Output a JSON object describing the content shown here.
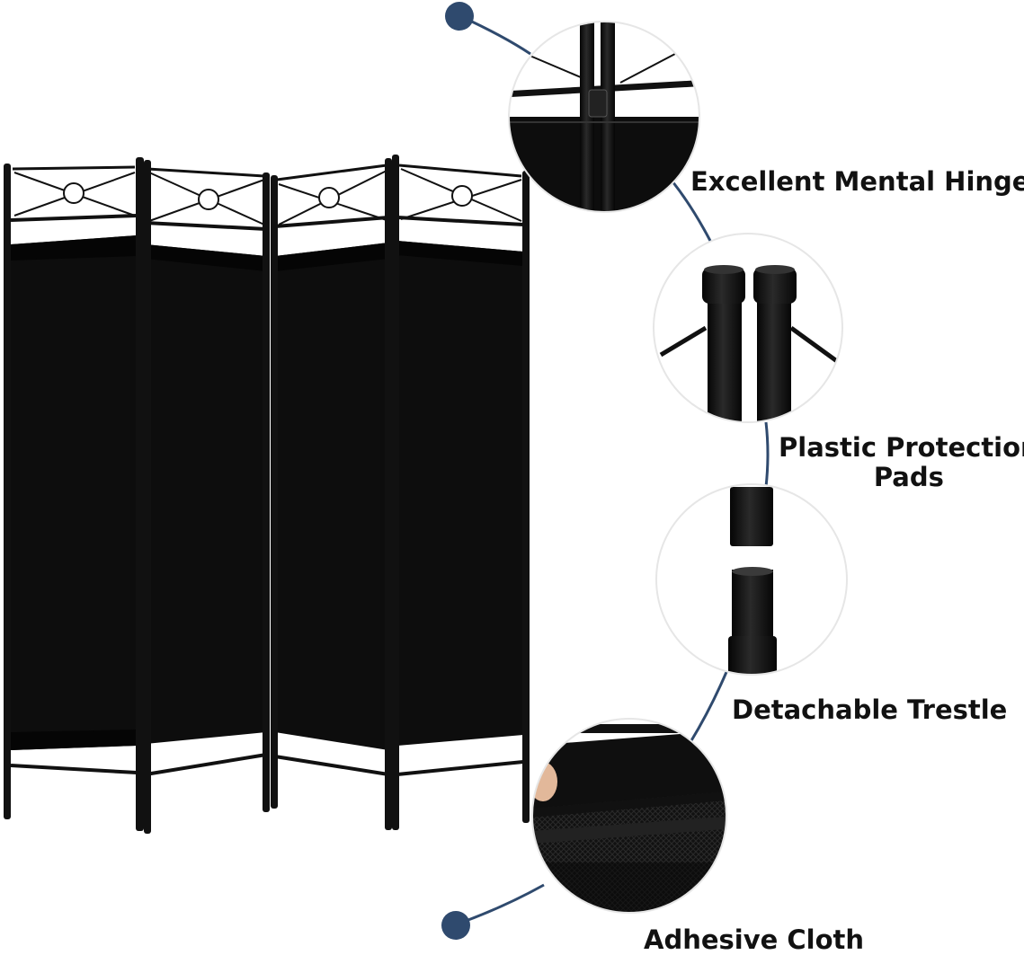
{
  "product": {
    "panel_count": 4,
    "panel_color": "#0d0d0d",
    "frame_color": "#111111"
  },
  "callouts": [
    {
      "id": "hinge",
      "lines": [
        "Excellent Mental Hinge"
      ]
    },
    {
      "id": "pads",
      "lines": [
        "Plastic Protection",
        "Pads"
      ]
    },
    {
      "id": "trestle",
      "lines": [
        "Detachable Trestle"
      ]
    },
    {
      "id": "cloth",
      "lines": [
        "Adhesive Cloth"
      ]
    }
  ],
  "colors": {
    "connector_line": "#2f4a6e",
    "connector_dot": "#2f4a6e",
    "circle_background": "#ffffff",
    "circle_border": "#e6e6e6"
  }
}
